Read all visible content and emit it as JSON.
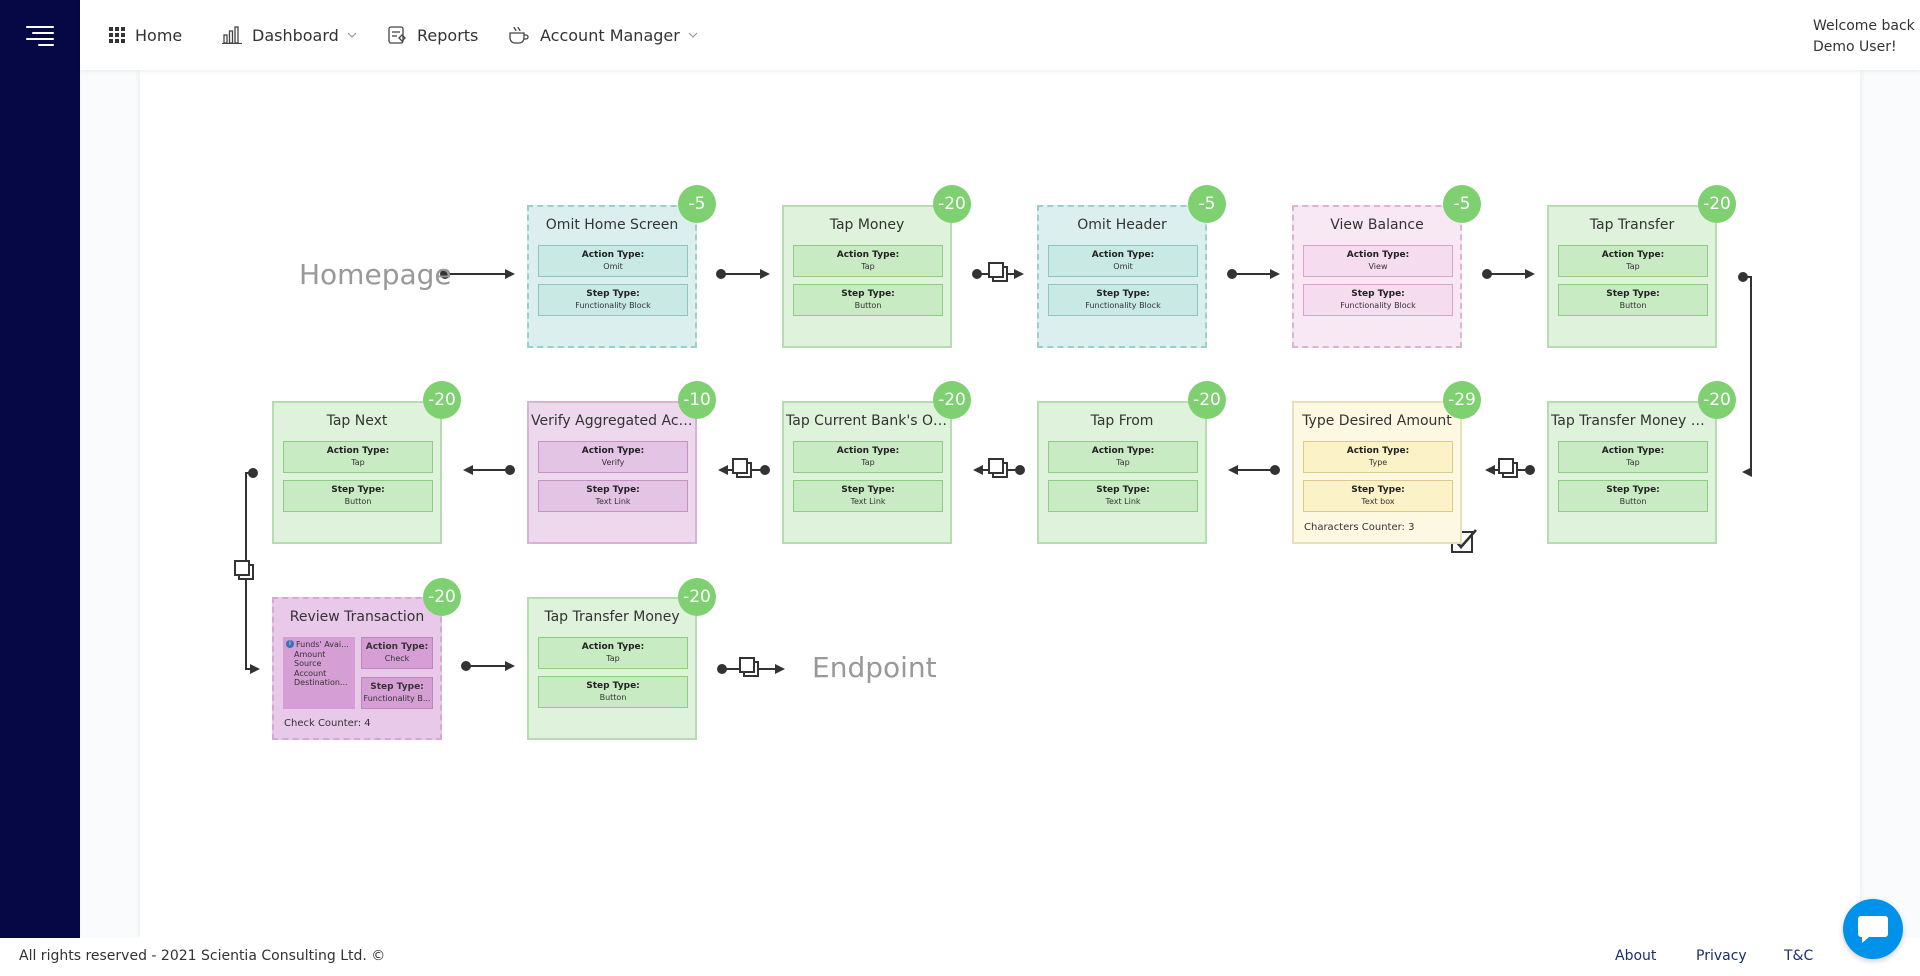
{
  "nav": {
    "home": "Home",
    "dashboard": "Dashboard",
    "reports": "Reports",
    "account_manager": "Account Manager",
    "welcome_line1": "Welcome back",
    "welcome_line2": "Demo User!"
  },
  "flow": {
    "start_label": "Homepage",
    "end_label": "Endpoint",
    "action_type_label": "Action Type:",
    "step_type_label": "Step Type:",
    "nodes": [
      {
        "title": "Omit Home Screen",
        "score": "-5",
        "action": "Omit",
        "step": "Functionality Block"
      },
      {
        "title": "Tap Money",
        "score": "-20",
        "action": "Tap",
        "step": "Button"
      },
      {
        "title": "Omit Header",
        "score": "-5",
        "action": "Omit",
        "step": "Functionality Block"
      },
      {
        "title": "View Balance",
        "score": "-5",
        "action": "View",
        "step": "Functionality Block"
      },
      {
        "title": "Tap Transfer",
        "score": "-20",
        "action": "Tap",
        "step": "Button"
      },
      {
        "title": "Tap Transfer Money Between...",
        "score": "-20",
        "action": "Tap",
        "step": "Button"
      },
      {
        "title": "Type Desired Amount",
        "score": "-29",
        "action": "Type",
        "step": "Text box",
        "counter": "Characters Counter: 3"
      },
      {
        "title": "Tap From",
        "score": "-20",
        "action": "Tap",
        "step": "Text Link"
      },
      {
        "title": "Tap Current Bank's Own Acc...",
        "score": "-20",
        "action": "Tap",
        "step": "Text Link"
      },
      {
        "title": "Verify Aggregated Account",
        "score": "-10",
        "action": "Verify",
        "step": "Text Link"
      },
      {
        "title": "Tap Next",
        "score": "-20",
        "action": "Tap",
        "step": "Button"
      },
      {
        "title": "Review Transaction",
        "score": "-20",
        "action": "Check",
        "step": "Functionality B...",
        "counter": "Check Counter: 4",
        "list": [
          "Funds' Avai...",
          "Amount",
          "Source Account",
          "Destination..."
        ]
      },
      {
        "title": "Tap Transfer Money",
        "score": "-20",
        "action": "Tap",
        "step": "Button"
      }
    ]
  },
  "footer": {
    "copyright": "All rights reserved - 2021 Scientia Consulting Ltd. ©",
    "about": "About",
    "privacy": "Privacy",
    "tc": "T&C"
  },
  "colors": {
    "sidebar": "#060845",
    "badge": "#7ed071",
    "green_fill": "#dff2dc",
    "teal_fill": "#dbf0ee",
    "pink_fill": "#f8e8f3",
    "purple_fill": "#eed8ee",
    "yellow_fill": "#fdf8e1",
    "review_fill": "#e9c9e9",
    "chat": "#0091ea"
  }
}
